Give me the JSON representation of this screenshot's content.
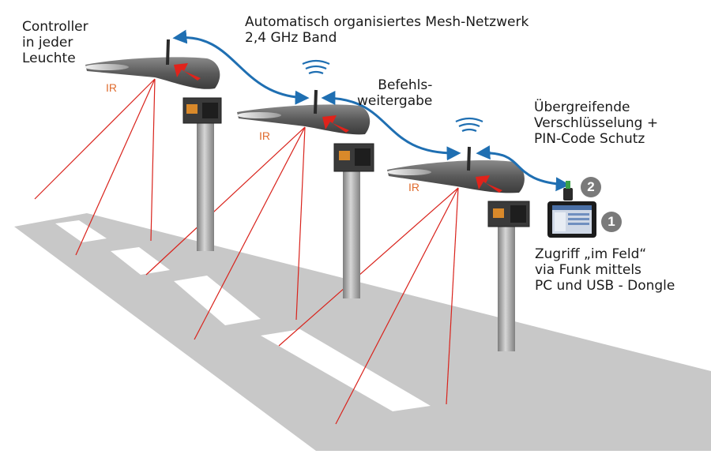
{
  "labels": {
    "controller": [
      "Controller",
      "in jeder",
      "Leuchte"
    ],
    "mesh": [
      "Automatisch organisiertes Mesh-Netzwerk",
      "2,4 GHz Band"
    ],
    "relay": [
      "Befehls-",
      "weitergabe"
    ],
    "encryption": [
      "Übergreifende",
      "Verschlüsselung +",
      "PIN-Code Schutz"
    ],
    "access": [
      "Zugriff „im Feld“",
      "via Funk mittels",
      "PC und USB - Dongle"
    ],
    "ir": [
      "IR",
      "IR",
      "IR"
    ]
  },
  "badges": {
    "pc": "1",
    "dongle": "2"
  },
  "colors": {
    "link": "#1f6fb2",
    "beam": "#d9231c",
    "arrow": "#e0231b",
    "ir_text": "#e06c2f",
    "road": "#c8c8c8",
    "lane_marks": "#ffffff",
    "pole": "#9a9a9a",
    "luminaire": "#5b5b5b",
    "badge": "#7a7a7a",
    "text": "#1a1a1a"
  },
  "icons": [
    "wifi-signal-icon",
    "red-arrow-icon",
    "antenna-icon",
    "usb-dongle-icon",
    "tablet-pc-icon",
    "controller-box-icon"
  ]
}
